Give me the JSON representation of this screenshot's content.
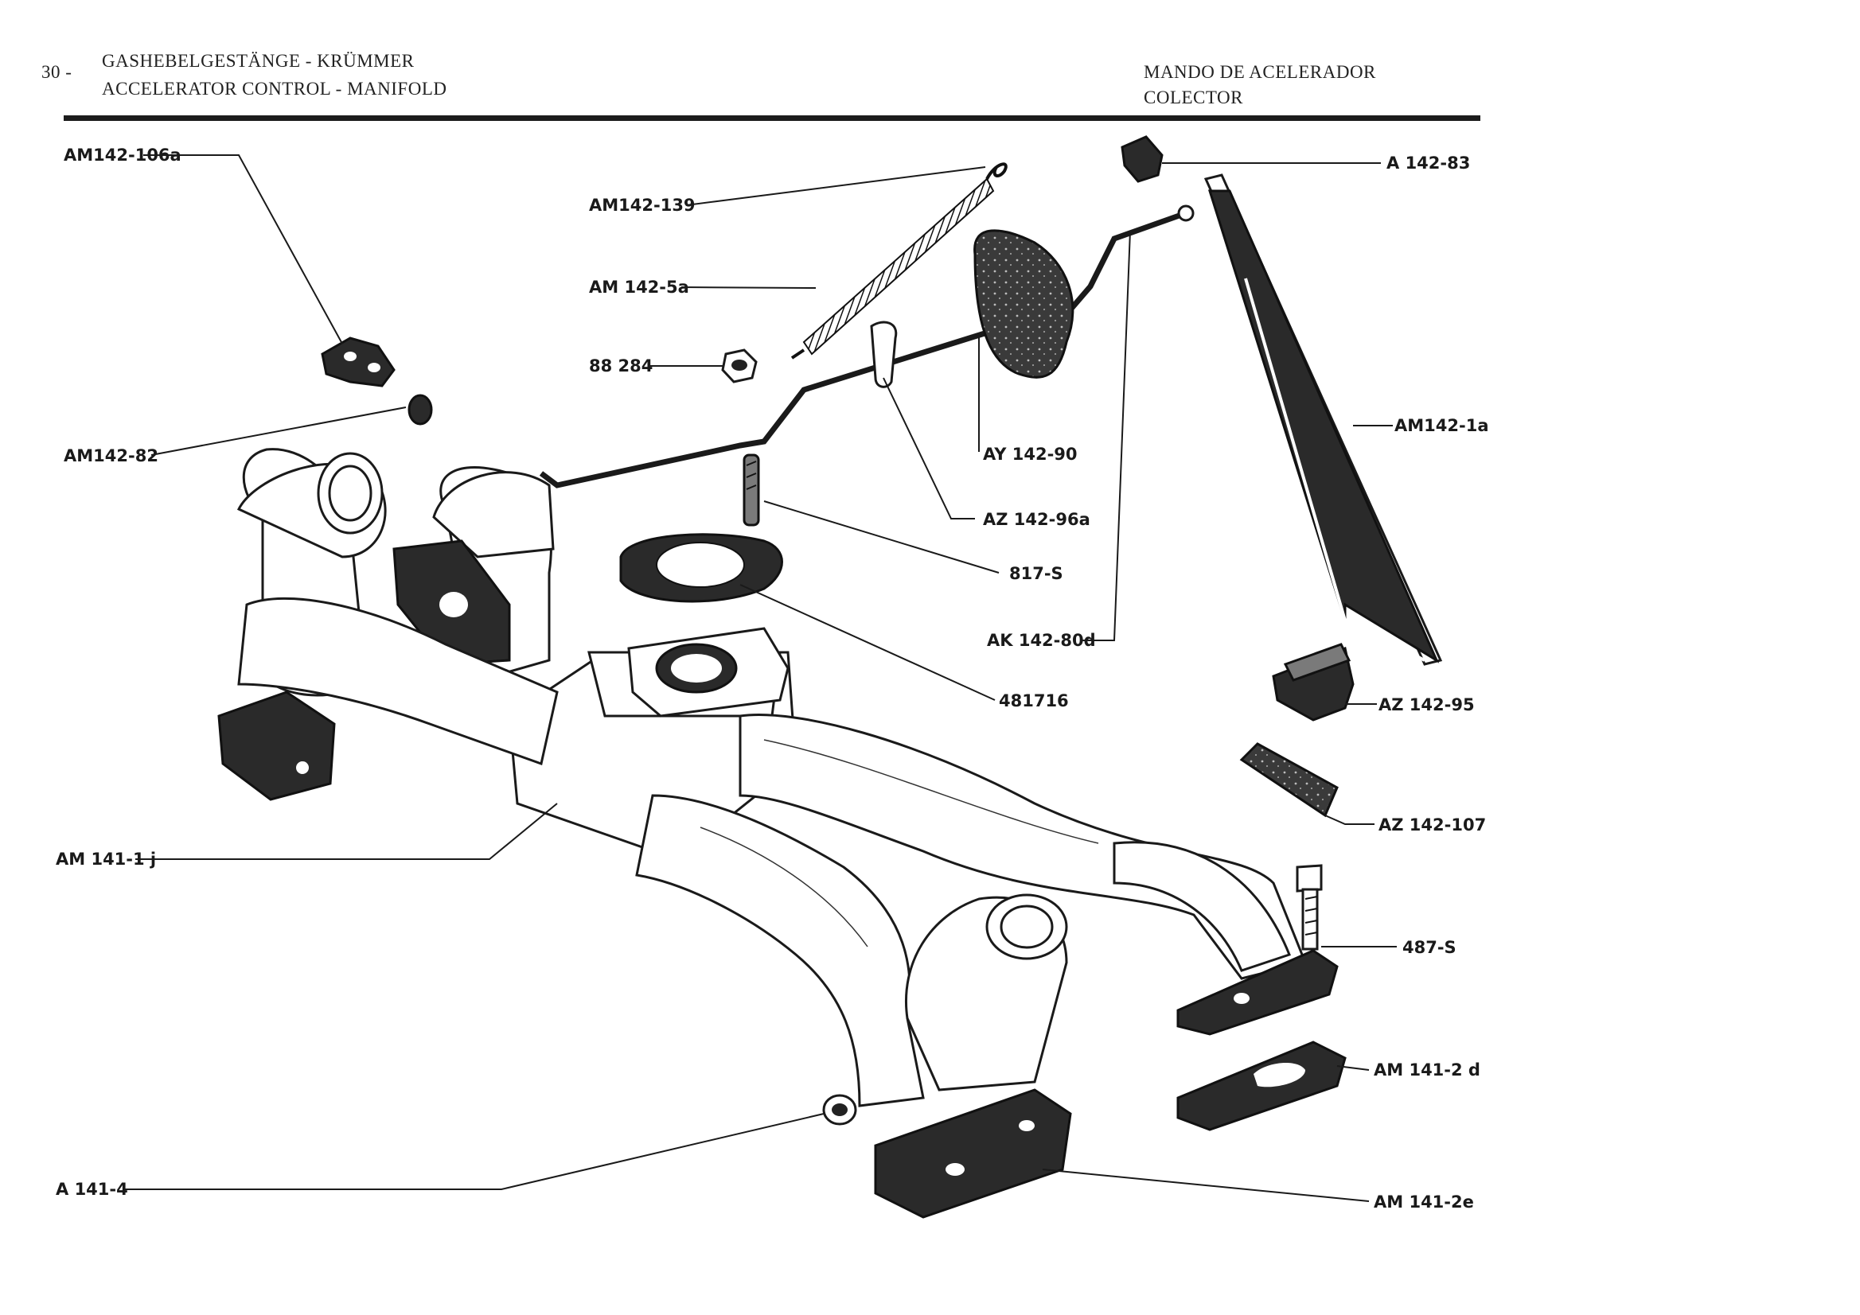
{
  "header": {
    "page_number": "30 -",
    "title_de": "GASHEBELGESTÄNGE - KRÜMMER",
    "title_en": "ACCELERATOR CONTROL - MANIFOLD",
    "title_es_1": "MANDO DE ACELERADOR",
    "title_es_2": "COLECTOR"
  },
  "labels": {
    "am142_106a": "AM142-106a",
    "am142_139": "AM142-139",
    "am142_5a": "AM 142-5a",
    "n88284": "88 284",
    "am142_82": "AM142-82",
    "ay142_90": "AY 142-90",
    "az142_96a": "AZ 142-96a",
    "n817s": "817-S",
    "ak142_80d": "AK 142-80d",
    "n481716": "481716",
    "a142_83": "A 142-83",
    "am142_1a": "AM142-1a",
    "az142_95": "AZ 142-95",
    "az142_107": "AZ 142-107",
    "n487s": "487-S",
    "am141_2d": "AM 141-2 d",
    "am141_2e": "AM 141-2e",
    "am141_1j": "AM 141-1 j",
    "a141_4": "A 141-4"
  }
}
